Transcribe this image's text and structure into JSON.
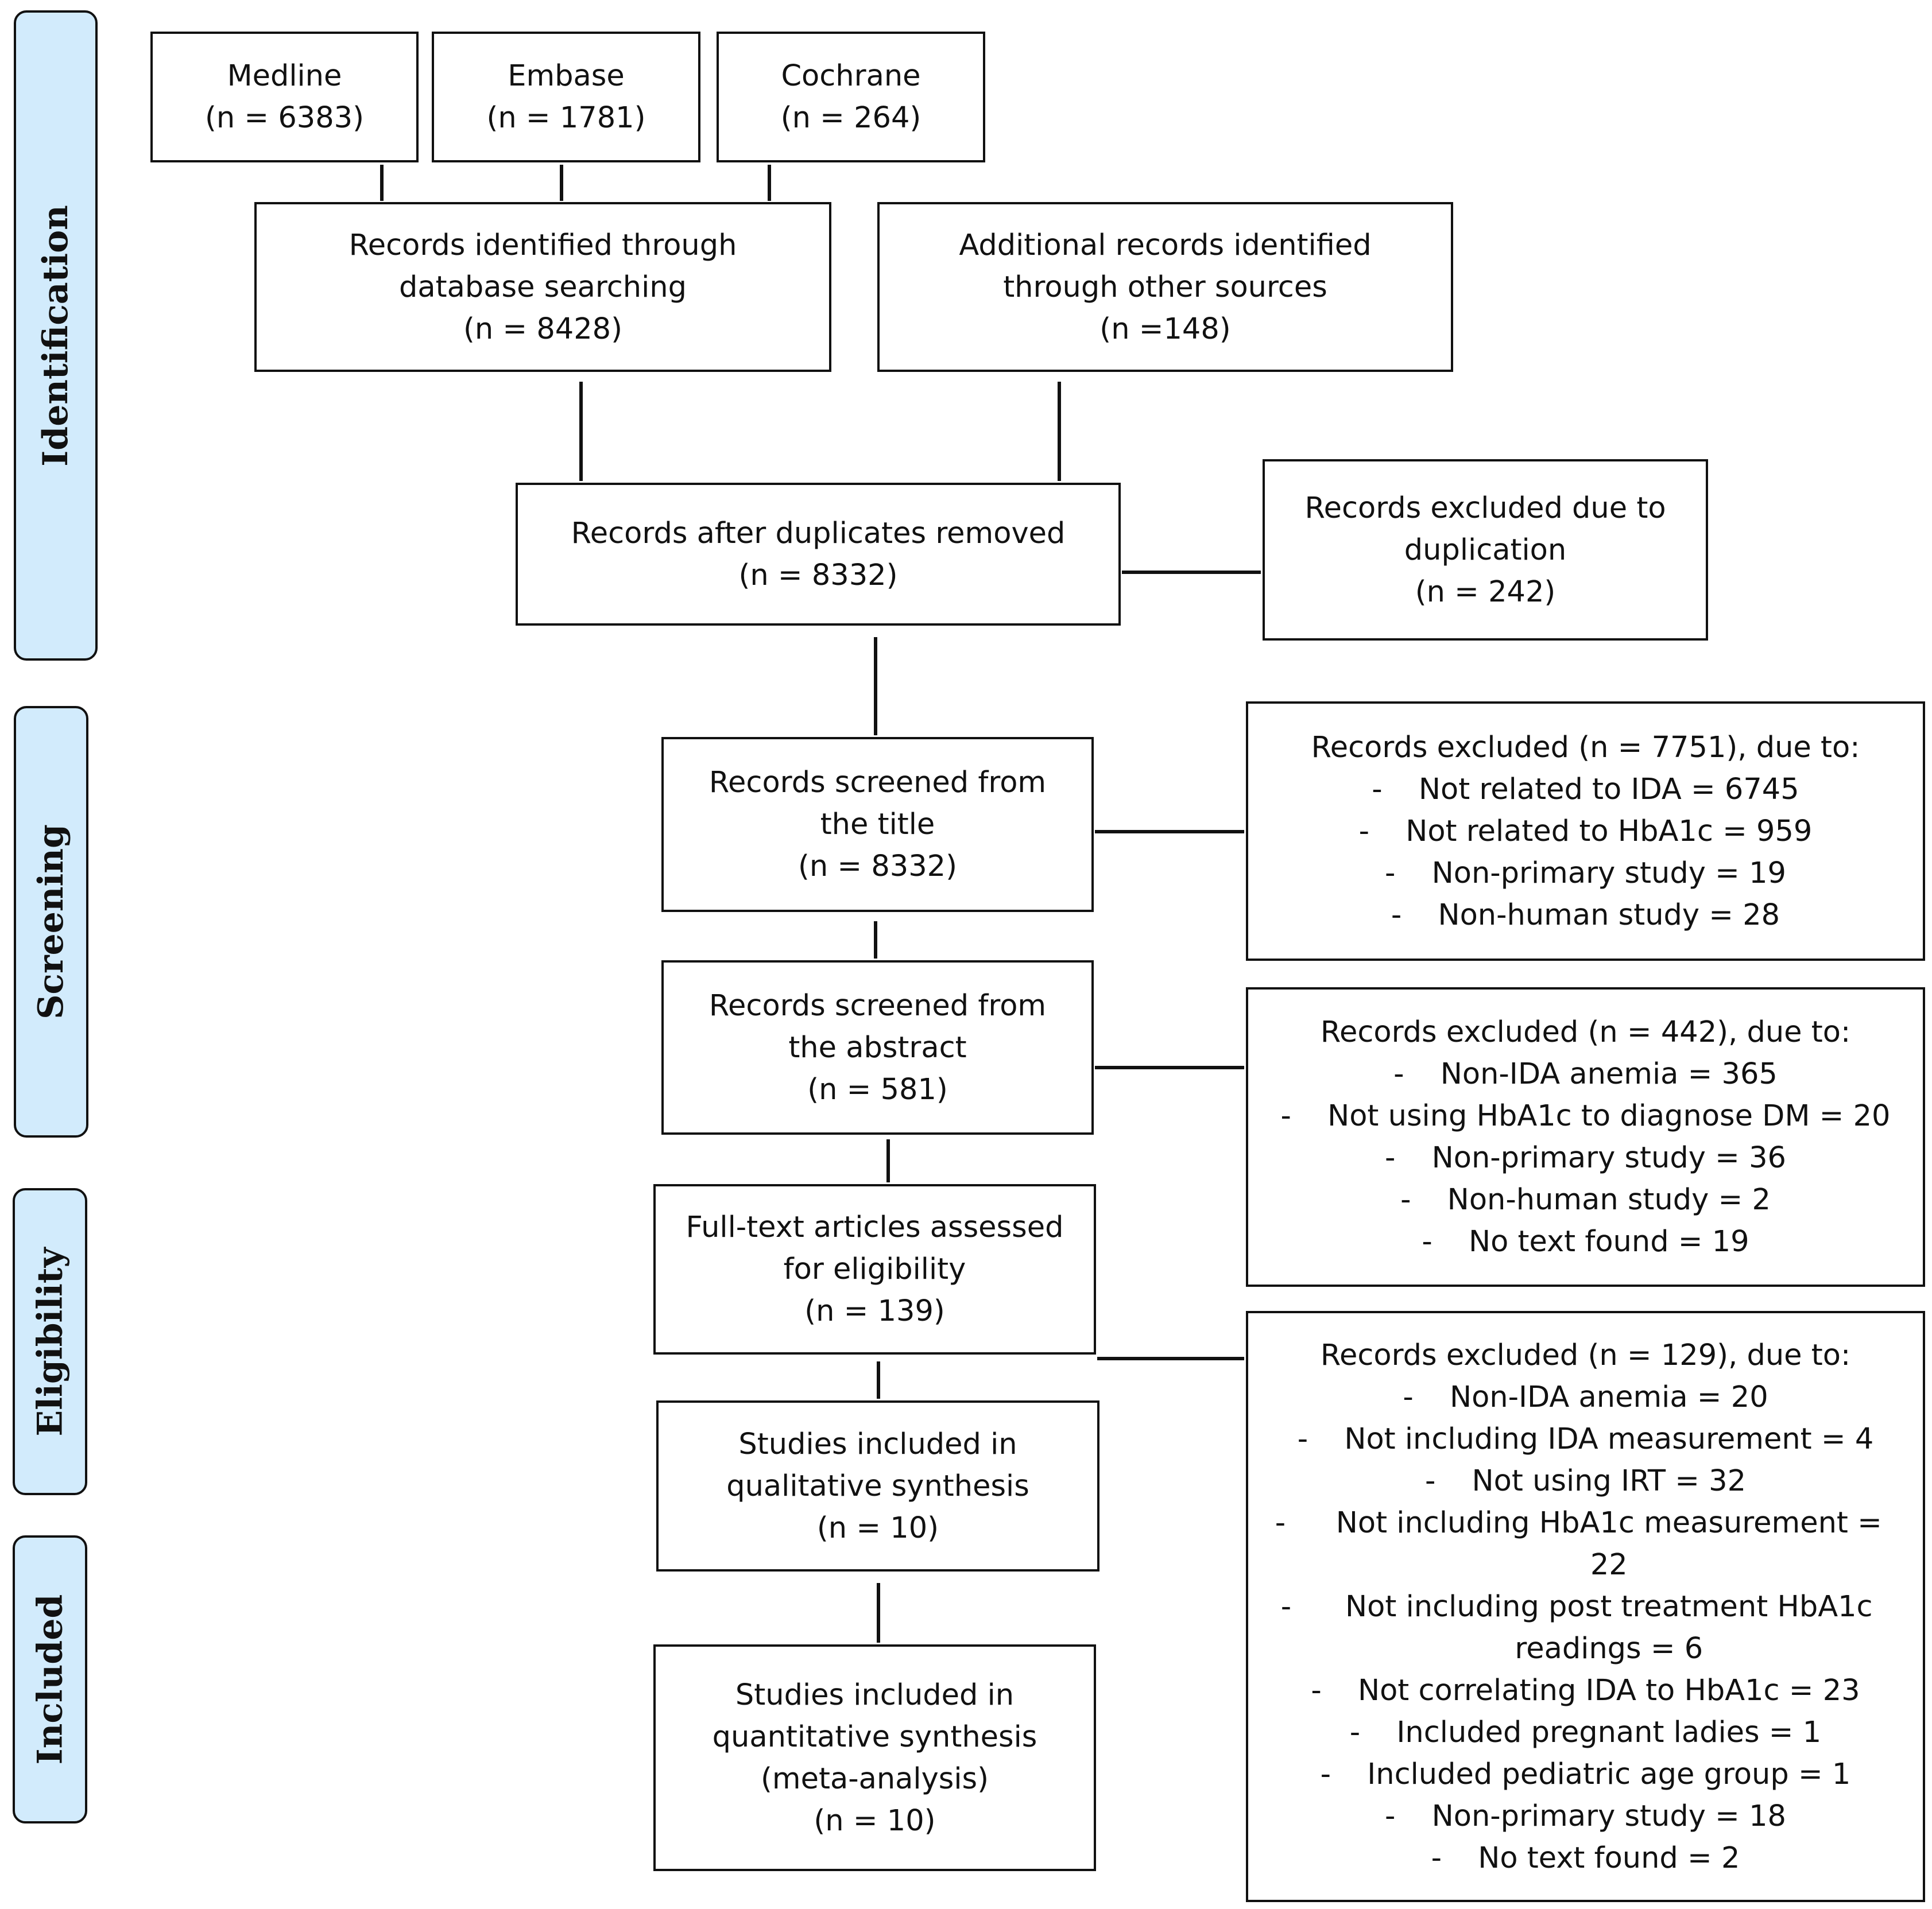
{
  "stages": [
    {
      "id": "identification",
      "label": "Identification"
    },
    {
      "id": "screening",
      "label": "Screening"
    },
    {
      "id": "eligibility",
      "label": "Eligibility"
    },
    {
      "id": "included",
      "label": "Included"
    }
  ],
  "boxes": {
    "medline": [
      "Medline",
      "(n = 6383)"
    ],
    "embase": [
      "Embase",
      "(n = 1781)"
    ],
    "cochrane": [
      "Cochrane",
      "(n = 264)"
    ],
    "database_records": [
      "Records identified through",
      "database searching",
      "(n = 8428)"
    ],
    "other_sources": [
      "Additional records identified",
      "through other sources",
      "(n =148)"
    ],
    "after_duplicates": [
      "Records after duplicates removed",
      "(n = 8332)"
    ],
    "excluded_duplication": [
      "Records excluded due to",
      "duplication",
      "(n = 242)"
    ],
    "screened_title": [
      "Records screened from",
      "the title",
      "(n = 8332)"
    ],
    "screened_abstract": [
      "Records screened from",
      "the abstract",
      "(n = 581)"
    ],
    "fulltext": [
      "Full-text articles assessed",
      "for eligibility",
      "(n = 139)"
    ],
    "qualitative": [
      "Studies included in",
      "qualitative synthesis",
      "(n = 10)"
    ],
    "quantitative": [
      "Studies included in",
      "quantitative synthesis",
      "(meta-analysis)",
      "(n = 10)"
    ]
  },
  "exclusions": {
    "title": {
      "heading": "Records excluded (n = 7751), due to:",
      "items": [
        "Not related to IDA = 6745",
        "Not related to HbA1c = 959",
        "Non-primary study = 19",
        "Non-human study = 28"
      ]
    },
    "abstract": {
      "heading": "Records excluded (n = 442), due to:",
      "items": [
        "Non-IDA anemia = 365",
        "Not using HbA1c to diagnose DM = 20",
        "Non-primary study = 36",
        "Non-human study = 2",
        "No text found = 19"
      ]
    },
    "fulltext": {
      "heading": "Records excluded (n = 129), due to:",
      "items": [
        "Non-IDA anemia = 20",
        "Not including IDA measurement = 4",
        "Not using IRT = 32",
        "Not including HbA1c measurement = 22",
        "Not including post treatment HbA1c readings = 6",
        "Not correlating IDA to HbA1c = 23",
        "Included pregnant ladies = 1",
        "Included pediatric age group = 1",
        "Non-primary study = 18",
        "No text found = 2"
      ]
    }
  },
  "bullet": "-"
}
